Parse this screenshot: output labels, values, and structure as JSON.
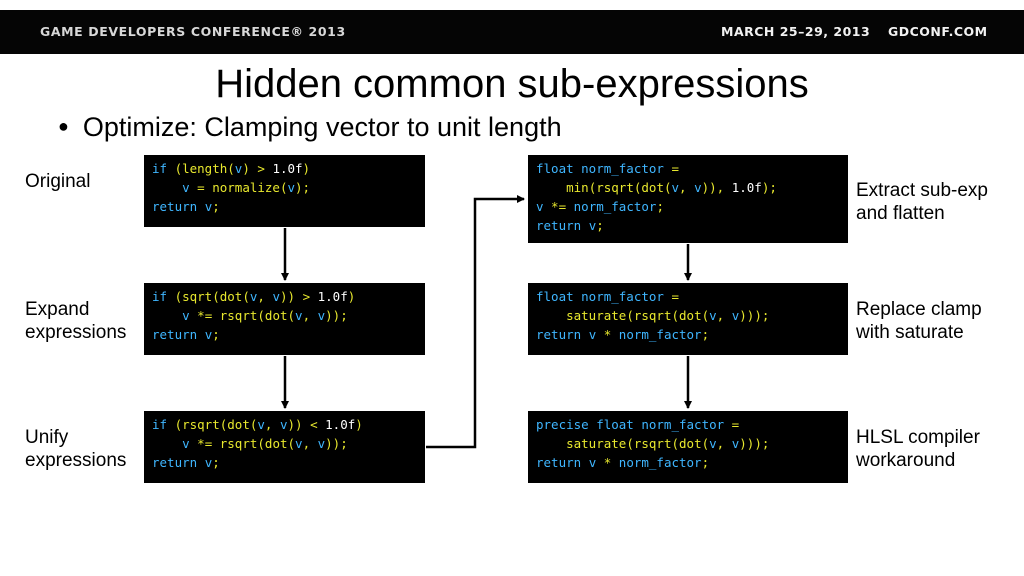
{
  "header": {
    "conference": "GAME DEVELOPERS CONFERENCE® 2013",
    "dates": "MARCH 25–29, 2013",
    "site": "GDCONF.COM"
  },
  "slide": {
    "title": "Hidden common sub-expressions",
    "bullet": "Optimize: Clamping vector to unit length"
  },
  "labels": {
    "original": "Original",
    "expand_1": "Expand",
    "expand_2": "expressions",
    "unify_1": "Unify",
    "unify_2": "expressions",
    "extract_1": "Extract sub-exp",
    "extract_2": "and flatten",
    "replace_1": "Replace clamp",
    "replace_2": "with saturate",
    "hlsl_1": "HLSL compiler",
    "hlsl_2": "workaround"
  },
  "code": {
    "original": [
      [
        [
          "kw",
          "if "
        ],
        [
          "fn",
          "("
        ],
        [
          "fn",
          "length"
        ],
        [
          "fn",
          "("
        ],
        [
          "vr",
          "v"
        ],
        [
          "fn",
          ")"
        ],
        [
          "fn",
          " > "
        ],
        [
          "num",
          "1.0f"
        ],
        [
          "fn",
          ")"
        ]
      ],
      [
        [
          "fn",
          "    "
        ],
        [
          "vr",
          "v"
        ],
        [
          "fn",
          " = "
        ],
        [
          "fn",
          "normalize"
        ],
        [
          "fn",
          "("
        ],
        [
          "vr",
          "v"
        ],
        [
          "fn",
          ");"
        ]
      ],
      [
        [
          "kw",
          "return "
        ],
        [
          "vr",
          "v"
        ],
        [
          "fn",
          ";"
        ]
      ]
    ],
    "expand": [
      [
        [
          "kw",
          "if "
        ],
        [
          "fn",
          "("
        ],
        [
          "fn",
          "sqrt"
        ],
        [
          "fn",
          "("
        ],
        [
          "fn",
          "dot"
        ],
        [
          "fn",
          "("
        ],
        [
          "vr",
          "v"
        ],
        [
          "fn",
          ", "
        ],
        [
          "vr",
          "v"
        ],
        [
          "fn",
          "))"
        ],
        [
          "fn",
          " > "
        ],
        [
          "num",
          "1.0f"
        ],
        [
          "fn",
          ")"
        ]
      ],
      [
        [
          "fn",
          "    "
        ],
        [
          "vr",
          "v"
        ],
        [
          "fn",
          " *= "
        ],
        [
          "fn",
          "rsqrt"
        ],
        [
          "fn",
          "("
        ],
        [
          "fn",
          "dot"
        ],
        [
          "fn",
          "("
        ],
        [
          "vr",
          "v"
        ],
        [
          "fn",
          ", "
        ],
        [
          "vr",
          "v"
        ],
        [
          "fn",
          "));"
        ]
      ],
      [
        [
          "kw",
          "return "
        ],
        [
          "vr",
          "v"
        ],
        [
          "fn",
          ";"
        ]
      ]
    ],
    "unify": [
      [
        [
          "kw",
          "if "
        ],
        [
          "fn",
          "("
        ],
        [
          "fn",
          "rsqrt"
        ],
        [
          "fn",
          "("
        ],
        [
          "fn",
          "dot"
        ],
        [
          "fn",
          "("
        ],
        [
          "vr",
          "v"
        ],
        [
          "fn",
          ", "
        ],
        [
          "vr",
          "v"
        ],
        [
          "fn",
          "))"
        ],
        [
          "fn",
          " < "
        ],
        [
          "num",
          "1.0f"
        ],
        [
          "fn",
          ")"
        ]
      ],
      [
        [
          "fn",
          "    "
        ],
        [
          "vr",
          "v"
        ],
        [
          "fn",
          " *= "
        ],
        [
          "fn",
          "rsqrt"
        ],
        [
          "fn",
          "("
        ],
        [
          "fn",
          "dot"
        ],
        [
          "fn",
          "("
        ],
        [
          "vr",
          "v"
        ],
        [
          "fn",
          ", "
        ],
        [
          "vr",
          "v"
        ],
        [
          "fn",
          "));"
        ]
      ],
      [
        [
          "kw",
          "return "
        ],
        [
          "vr",
          "v"
        ],
        [
          "fn",
          ";"
        ]
      ]
    ],
    "extract": [
      [
        [
          "kw",
          "float "
        ],
        [
          "vr",
          "norm_factor"
        ],
        [
          "fn",
          " ="
        ]
      ],
      [
        [
          "fn",
          "    "
        ],
        [
          "fn",
          "min"
        ],
        [
          "fn",
          "("
        ],
        [
          "fn",
          "rsqrt"
        ],
        [
          "fn",
          "("
        ],
        [
          "fn",
          "dot"
        ],
        [
          "fn",
          "("
        ],
        [
          "vr",
          "v"
        ],
        [
          "fn",
          ", "
        ],
        [
          "vr",
          "v"
        ],
        [
          "fn",
          ")), "
        ],
        [
          "num",
          "1.0f"
        ],
        [
          "fn",
          ");"
        ]
      ],
      [
        [
          "vr",
          "v"
        ],
        [
          "fn",
          " *= "
        ],
        [
          "vr",
          "norm_factor"
        ],
        [
          "fn",
          ";"
        ]
      ],
      [
        [
          "kw",
          "return "
        ],
        [
          "vr",
          "v"
        ],
        [
          "fn",
          ";"
        ]
      ]
    ],
    "replace": [
      [
        [
          "kw",
          "float "
        ],
        [
          "vr",
          "norm_factor"
        ],
        [
          "fn",
          " ="
        ]
      ],
      [
        [
          "fn",
          "    "
        ],
        [
          "fn",
          "saturate"
        ],
        [
          "fn",
          "("
        ],
        [
          "fn",
          "rsqrt"
        ],
        [
          "fn",
          "("
        ],
        [
          "fn",
          "dot"
        ],
        [
          "fn",
          "("
        ],
        [
          "vr",
          "v"
        ],
        [
          "fn",
          ", "
        ],
        [
          "vr",
          "v"
        ],
        [
          "fn",
          ")));"
        ]
      ],
      [
        [
          "kw",
          "return "
        ],
        [
          "vr",
          "v"
        ],
        [
          "fn",
          " * "
        ],
        [
          "vr",
          "norm_factor"
        ],
        [
          "fn",
          ";"
        ]
      ]
    ],
    "hlsl": [
      [
        [
          "kw",
          "precise float "
        ],
        [
          "vr",
          "norm_factor"
        ],
        [
          "fn",
          " ="
        ]
      ],
      [
        [
          "fn",
          "    "
        ],
        [
          "fn",
          "saturate"
        ],
        [
          "fn",
          "("
        ],
        [
          "fn",
          "rsqrt"
        ],
        [
          "fn",
          "("
        ],
        [
          "fn",
          "dot"
        ],
        [
          "fn",
          "("
        ],
        [
          "vr",
          "v"
        ],
        [
          "fn",
          ", "
        ],
        [
          "vr",
          "v"
        ],
        [
          "fn",
          ")));"
        ]
      ],
      [
        [
          "kw",
          "return "
        ],
        [
          "vr",
          "v"
        ],
        [
          "fn",
          " * "
        ],
        [
          "vr",
          "norm_factor"
        ],
        [
          "fn",
          ";"
        ]
      ]
    ]
  }
}
